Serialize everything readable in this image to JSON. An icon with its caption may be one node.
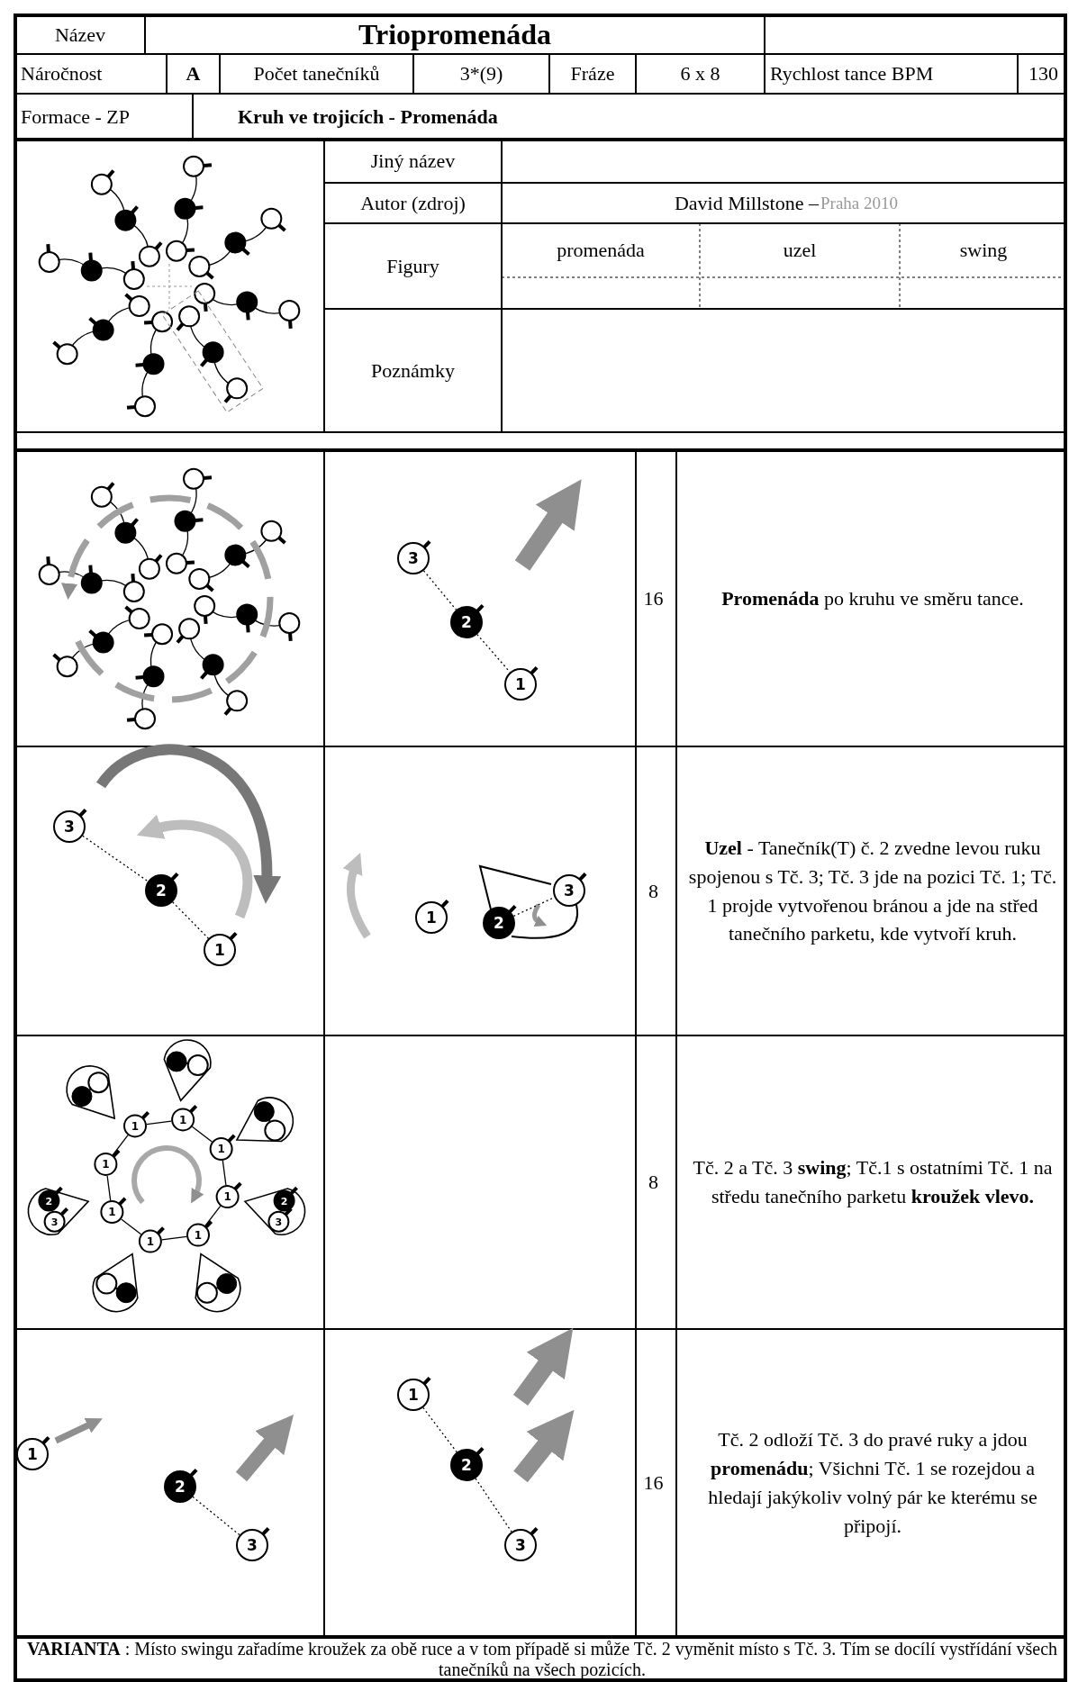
{
  "diagram": {
    "nodes": [
      {
        "text": [
          "3"
        ]
      },
      {
        "text": [
          "2"
        ]
      },
      {
        "text": [
          "1"
        ]
      },
      {
        "text": [
          "3"
        ]
      },
      {
        "text": [
          "2"
        ]
      },
      {
        "text": [
          "1"
        ]
      },
      {
        "text": [
          "1"
        ]
      },
      {
        "text": [
          "3"
        ]
      },
      {
        "text": [
          "2"
        ]
      },
      {
        "text": [
          "3"
        ]
      },
      {
        "text": [
          "2"
        ]
      },
      {
        "text": [
          "1"
        ]
      },
      {
        "text": [
          "1"
        ]
      },
      {
        "text": [
          "1"
        ]
      },
      {
        "text": [
          "1"
        ]
      },
      {
        "text": [
          "1"
        ]
      },
      {
        "text": [
          "1"
        ]
      },
      {
        "text": [
          "1"
        ]
      },
      {
        "text": [
          "1"
        ]
      },
      {
        "text": [
          "3"
        ]
      },
      {
        "text": [
          "2"
        ]
      },
      {
        "text": [
          "1"
        ]
      },
      {
        "text": [
          "2"
        ]
      },
      {
        "text": [
          "3"
        ]
      },
      {
        "text": [
          "1"
        ]
      },
      {
        "text": [
          "2"
        ]
      },
      {
        "text": [
          "3"
        ]
      }
    ],
    "edges": [
      {
        "from": 0,
        "to": 1,
        "arrow": "none",
        "style": "dashed"
      },
      {
        "from": 1,
        "to": 2,
        "arrow": "none",
        "style": "dashed"
      },
      {
        "from": 3,
        "to": 4,
        "arrow": "none",
        "style": "dashed"
      },
      {
        "from": 4,
        "to": 5,
        "arrow": "none",
        "style": "dashed"
      },
      {
        "from": 8,
        "to": 7,
        "arrow": "none",
        "style": "dashed"
      },
      {
        "from": 11,
        "to": 12,
        "arrow": "none"
      },
      {
        "from": 12,
        "to": 13,
        "arrow": "none"
      },
      {
        "from": 13,
        "to": 14,
        "arrow": "none"
      },
      {
        "from": 14,
        "to": 15,
        "arrow": "none"
      },
      {
        "from": 15,
        "to": 16,
        "arrow": "none"
      },
      {
        "from": 16,
        "to": 17,
        "arrow": "none"
      },
      {
        "from": 17,
        "to": 18,
        "arrow": "none"
      },
      {
        "from": 18,
        "to": 11,
        "arrow": "none"
      },
      {
        "from": 22,
        "to": 23,
        "arrow": "none",
        "style": "dashed"
      },
      {
        "from": 24,
        "to": 25,
        "arrow": "none",
        "style": "dashed"
      },
      {
        "from": 25,
        "to": 26,
        "arrow": "none",
        "style": "dashed"
      }
    ],
    "labels": [
      "Název",
      "Triopromenáda",
      "Náročnost",
      "A",
      "Počet tanečníků",
      "3*(9)",
      "Fráze",
      "6 x 8",
      "Rychlost tance BPM",
      "130",
      "Formace - ZP",
      "Kruh ve trojicích - Promenáda",
      "Jiný název",
      "Autor (zdroj)",
      "David Millstone –",
      "Praha 2010",
      "Figury",
      "promenáda",
      "uzel",
      "swing",
      "Poznámky",
      "16",
      "**Promenáda** po kruhu ve směru tance.",
      "8",
      "**Uzel** - Tanečník(T) č. 2 zvedne levou ruku spojenou s Tč. 3; Tč. 3 jde na pozici Tč. 1; Tč. 1 projde vytvořenou bránou a jde na střed tanečního parketu, kde vytvoří kruh.",
      "8",
      "Tč. 2 a Tč. 3 **swing**; Tč.1 s ostatními Tč. 1 na středu tanečního parketu **kroužek vlevo.**",
      "16",
      "Tč. 2 odloží Tč. 3 do pravé ruky a jdou **promenádu**; Všichni Tč. 1 se rozejdou a hledají jakýkoliv volný pár ke kterému se připojí.",
      "**VARIANTA** : Místo swingu zařadíme kroužek za obě ruce a v tom případě si může Tč. 2 vyměnit místo s Tč. 3. Tím se docílí vystřídání všech tanečníků na všech pozicích."
    ]
  }
}
